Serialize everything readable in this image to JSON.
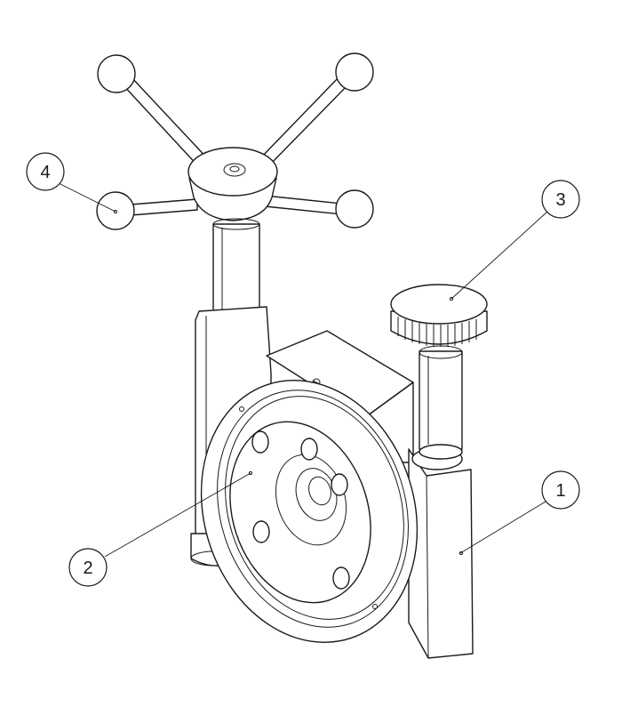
{
  "figure": {
    "callouts": [
      {
        "id": "1",
        "label": "1"
      },
      {
        "id": "2",
        "label": "2"
      },
      {
        "id": "3",
        "label": "3"
      },
      {
        "id": "4",
        "label": "4"
      }
    ]
  },
  "colors": {
    "line": "#1a1a1a",
    "background": "#ffffff"
  }
}
